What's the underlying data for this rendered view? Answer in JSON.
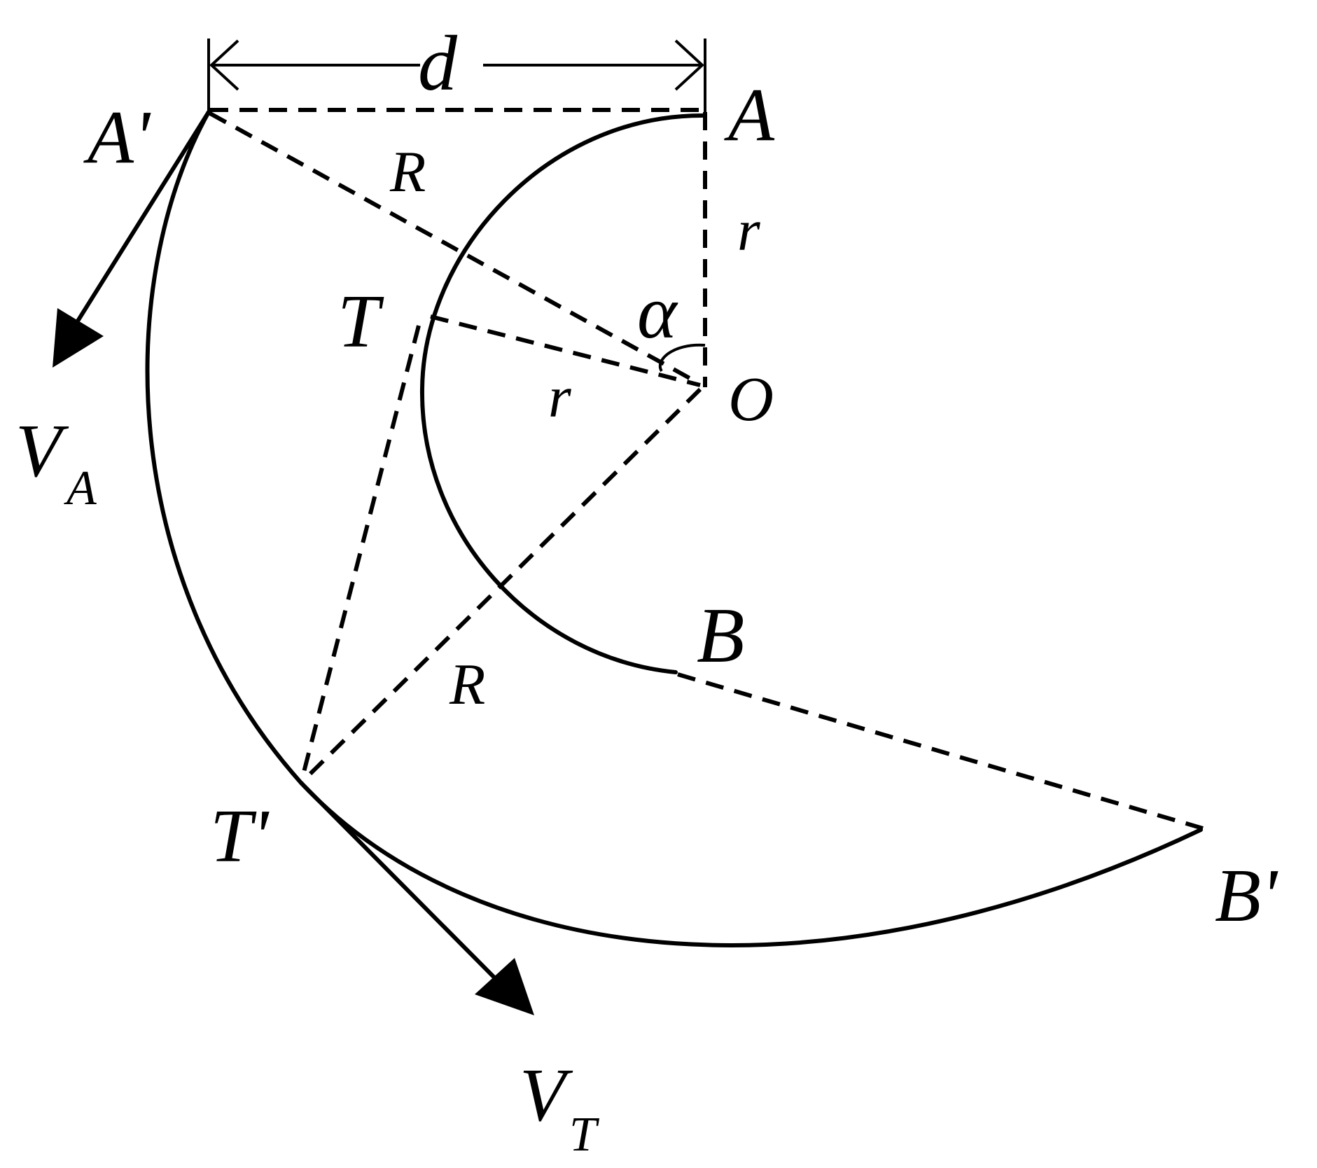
{
  "labels": {
    "d": "d",
    "A": "A",
    "A_prime": "A'",
    "R_top": "R",
    "r_right": "r",
    "T": "T",
    "alpha": "α",
    "O": "O",
    "r_mid": "r",
    "V": "V",
    "V_A_sub": "A",
    "B": "B",
    "R_bottom": "R",
    "T_prime": "T'",
    "B_prime": "B'",
    "V_T_sub": "T"
  },
  "colors": {
    "stroke": "#000000",
    "background": "#ffffff"
  }
}
